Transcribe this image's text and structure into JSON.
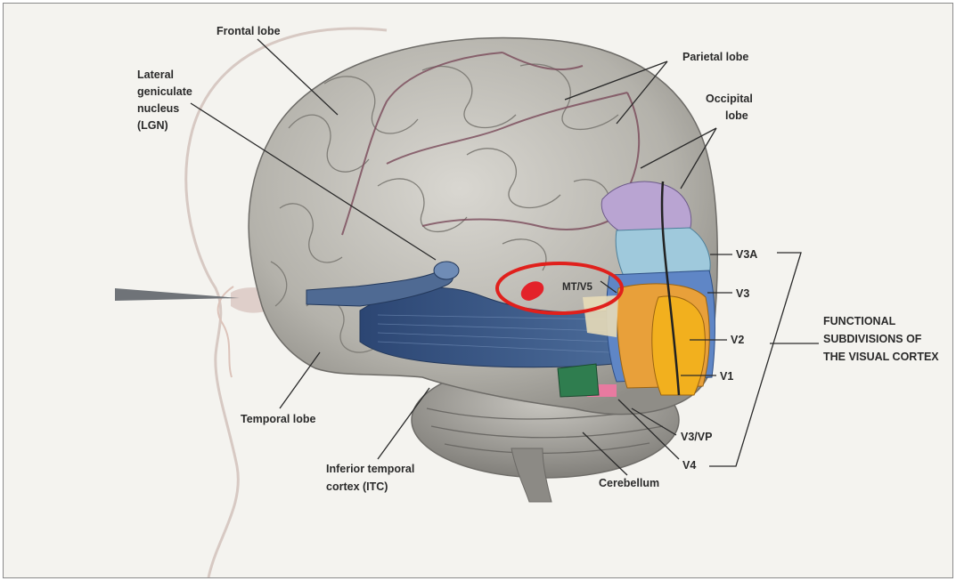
{
  "labels": {
    "frontal": "Frontal lobe",
    "lgn_line1": "Lateral",
    "lgn_line2": "geniculate",
    "lgn_line3": "nucleus",
    "lgn_line4": "(LGN)",
    "parietal": "Parietal lobe",
    "occipital_line1": "Occipital",
    "occipital_line2": "lobe",
    "temporal": "Temporal lobe",
    "itc_line1": "Inferior temporal",
    "itc_line2": "cortex (ITC)",
    "cerebellum": "Cerebellum",
    "mt_v5": "MT/V5",
    "v3a": "V3A",
    "v3": "V3",
    "v2": "V2",
    "v1": "V1",
    "v3_vp": "V3/VP",
    "v4": "V4",
    "functional_line1": "FUNCTIONAL",
    "functional_line2": "SUBDIVISIONS OF",
    "functional_line3": "THE VISUAL CORTEX"
  },
  "colors": {
    "background": "#f4f3ef",
    "brain_gray": "#b9b7b0",
    "highlight_circle": "#e0201c",
    "mt_v5_area": "#e3222a",
    "v1": "#f2b01e",
    "v2": "#e8a03a",
    "v3": "#5f86c6",
    "v3a": "#9fc9dc",
    "v3_vp": "#e87aa0",
    "v4": "#2f7d4f",
    "occipital_top": "#b9a4d2",
    "optic_radiation": "#34507a"
  }
}
